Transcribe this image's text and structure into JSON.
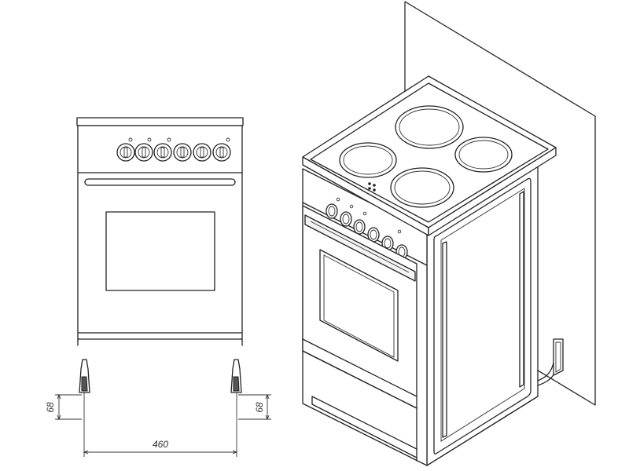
{
  "drawing": {
    "dimensions": {
      "foot_height_left": "68",
      "foot_height_right": "68",
      "total_width": "460"
    }
  }
}
